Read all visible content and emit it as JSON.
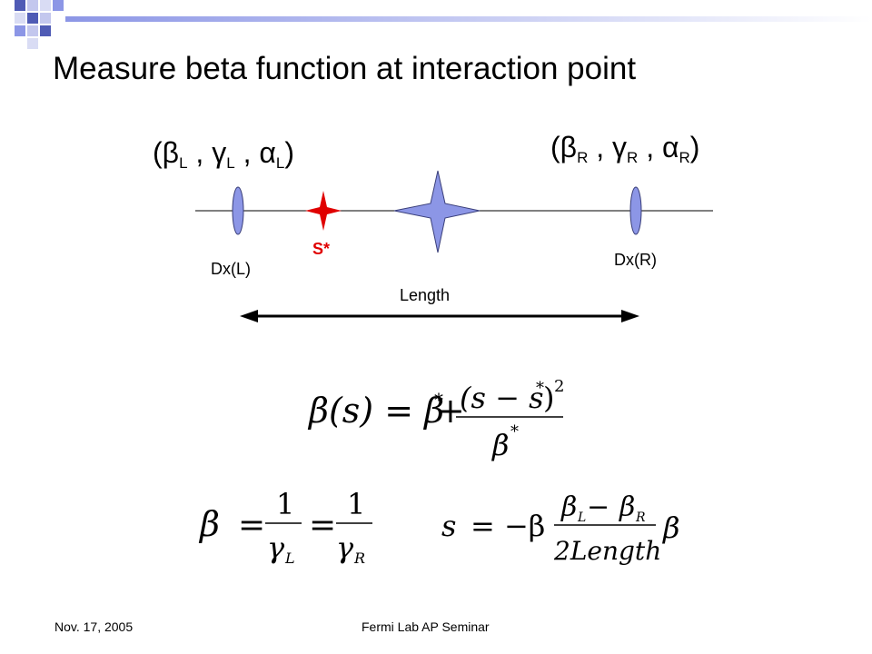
{
  "slide": {
    "title": "Measure beta function at interaction point",
    "left_params": {
      "open": "(",
      "b": "β",
      "bs": "L",
      "g": "γ",
      "gs": "L",
      "a": "α",
      "as": "L",
      "close": ")"
    },
    "right_params": {
      "open": "(",
      "b": "β",
      "bs": "R",
      "g": "γ",
      "gs": "R",
      "a": "α",
      "as": "R",
      "close": ")"
    },
    "labels": {
      "s_star": "S*",
      "dx_left": "Dx(L)",
      "dx_right": "Dx(R)",
      "length": "Length"
    },
    "equations": {
      "eq1": {
        "lhs": "β(s) = β",
        "star": "*",
        "plus": "+",
        "num": "(s − s",
        "num_end": ")",
        "sq": "2",
        "den": "β"
      },
      "eq2": {
        "lhs": "β",
        "eq": "=",
        "one": "1",
        "gL": "γ",
        "L": "L",
        "gR": "γ",
        "R": "R"
      },
      "eq3": {
        "lhs": "s",
        "minus_beta": "= −β",
        "bL": "β",
        "L": "L",
        "mid": " − ",
        "bR": "β",
        "R": "R",
        "den": "2Length",
        "tail": "β"
      }
    },
    "colors": {
      "accent": "#8c96e6",
      "star_red": "#e00000",
      "deco_blue": "#4f5bb5",
      "deco_light": "#c3c7ee"
    },
    "footer": {
      "date": "Nov. 17, 2005",
      "center": "Fermi Lab AP Seminar"
    }
  }
}
